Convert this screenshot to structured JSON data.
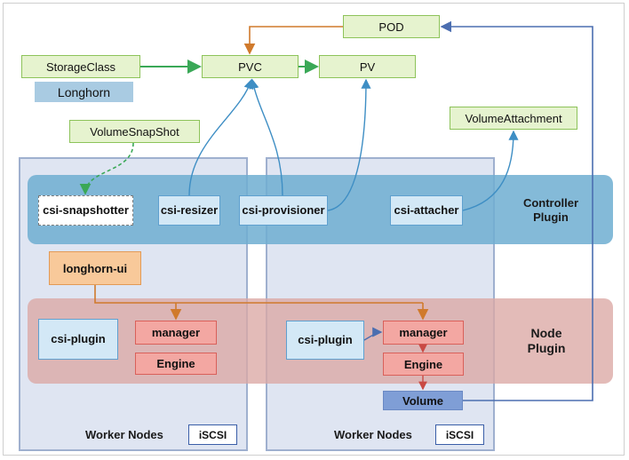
{
  "top": {
    "pod": "POD",
    "pvc": "PVC",
    "pv": "PV",
    "storage_class": "StorageClass",
    "longhorn": "Longhorn",
    "volume_snapshot": "VolumeSnapShot",
    "volume_attachment": "VolumeAttachment"
  },
  "controller": {
    "label": "Controller Plugin",
    "csi_snapshotter": "csi-snapshotter",
    "csi_resizer": "csi-resizer",
    "csi_provisioner": "csi-provisioner",
    "csi_attacher": "csi-attacher"
  },
  "longhorn_ui": "longhorn-ui",
  "node": {
    "label": "Node Plugin",
    "left": {
      "csi_plugin": "csi-plugin",
      "manager": "manager",
      "engine": "Engine"
    },
    "right": {
      "csi_plugin": "csi-plugin",
      "manager": "manager",
      "engine": "Engine",
      "volume": "Volume"
    }
  },
  "workers": [
    {
      "label": "Worker Nodes",
      "tag": "iSCSI"
    },
    {
      "label": "Worker Nodes",
      "tag": "iSCSI"
    }
  ],
  "colors": {
    "green_arrow": "#3aa857",
    "orange_arrow": "#d07a2c",
    "blue_arrow": "#3e8ec4",
    "red_arrow": "#c94a44",
    "navy_arrow": "#4b6eb0"
  }
}
